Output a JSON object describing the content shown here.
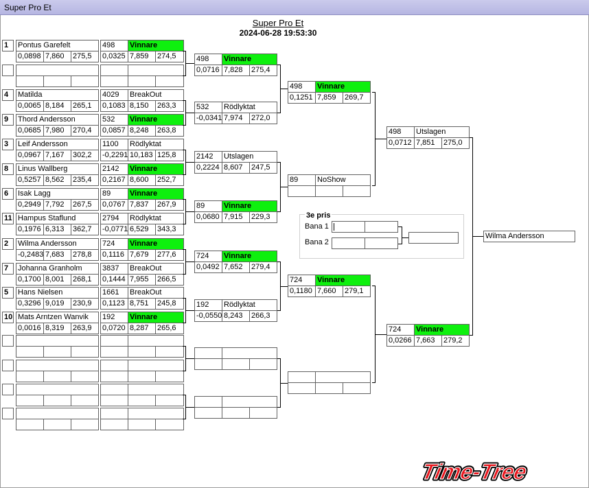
{
  "window": {
    "title": "Super Pro Et"
  },
  "header": {
    "title": "Super Pro Et",
    "date": "2024-06-28 19:53:30"
  },
  "logo_text": "Time-Tree",
  "round1": [
    {
      "seed": "1",
      "name": "Pontus Garefelt",
      "r": "0,0898",
      "et": "7,860",
      "mph": "275,5",
      "car": "498",
      "res": "Vinnare",
      "win": true,
      "r2": "0,0325",
      "et2": "7,859",
      "mph2": "274,5"
    },
    {
      "seed": "",
      "name": "",
      "r": "",
      "et": "",
      "mph": "",
      "car": "",
      "res": "",
      "win": false,
      "r2": "",
      "et2": "",
      "mph2": ""
    },
    {
      "seed": "4",
      "name": "Matilda",
      "r": "0,0065",
      "et": "8,184",
      "mph": "265,1",
      "car": "4029",
      "res": "BreakOut",
      "win": false,
      "r2": "0,1083",
      "et2": "8,150",
      "mph2": "263,3"
    },
    {
      "seed": "9",
      "name": "Thord Andersson",
      "r": "0,0685",
      "et": "7,980",
      "mph": "270,4",
      "car": "532",
      "res": "Vinnare",
      "win": true,
      "r2": "0,0857",
      "et2": "8,248",
      "mph2": "263,8"
    },
    {
      "seed": "3",
      "name": "Leif Andersson",
      "r": "0,0967",
      "et": "7,167",
      "mph": "302,2",
      "car": "1100",
      "res": "Rödlyktat",
      "win": false,
      "r2": "-0,2291",
      "et2": "10,183",
      "mph2": "125,8"
    },
    {
      "seed": "8",
      "name": "Linus Wallberg",
      "r": "0,5257",
      "et": "8,562",
      "mph": "235,4",
      "car": "2142",
      "res": "Vinnare",
      "win": true,
      "r2": "0,2167",
      "et2": "8,600",
      "mph2": "252,7"
    },
    {
      "seed": "6",
      "name": "Isak Lagg",
      "r": "0,2949",
      "et": "7,792",
      "mph": "267,5",
      "car": "89",
      "res": "Vinnare",
      "win": true,
      "r2": "0,0767",
      "et2": "7,837",
      "mph2": "267,9"
    },
    {
      "seed": "11",
      "name": "Hampus Staflund",
      "r": "0,1976",
      "et": "6,313",
      "mph": "362,7",
      "car": "2794",
      "res": "Rödlyktat",
      "win": false,
      "r2": "-0,0771",
      "et2": "6,529",
      "mph2": "343,3"
    },
    {
      "seed": "2",
      "name": "Wilma Andersson",
      "r": "-0,2483",
      "et": "7,683",
      "mph": "278,8",
      "car": "724",
      "res": "Vinnare",
      "win": true,
      "r2": "0,1116",
      "et2": "7,679",
      "mph2": "277,6"
    },
    {
      "seed": "7",
      "name": "Johanna Granholm",
      "r": "0,1700",
      "et": "8,001",
      "mph": "268,1",
      "car": "3837",
      "res": "BreakOut",
      "win": false,
      "r2": "0,1444",
      "et2": "7,955",
      "mph2": "266,5"
    },
    {
      "seed": "5",
      "name": "Hans Nielsen",
      "r": "0,3296",
      "et": "9,019",
      "mph": "230,9",
      "car": "1661",
      "res": "BreakOut",
      "win": false,
      "r2": "0,1123",
      "et2": "8,751",
      "mph2": "245,8"
    },
    {
      "seed": "10",
      "name": "Mats Arntzen Wanvik",
      "r": "0,0016",
      "et": "8,319",
      "mph": "263,9",
      "car": "192",
      "res": "Vinnare",
      "win": true,
      "r2": "0,0720",
      "et2": "8,287",
      "mph2": "265,6"
    },
    {
      "seed": "",
      "name": "",
      "r": "",
      "et": "",
      "mph": "",
      "car": "",
      "res": "",
      "win": false,
      "r2": "",
      "et2": "",
      "mph2": ""
    },
    {
      "seed": "",
      "name": "",
      "r": "",
      "et": "",
      "mph": "",
      "car": "",
      "res": "",
      "win": false,
      "r2": "",
      "et2": "",
      "mph2": ""
    },
    {
      "seed": "",
      "name": "",
      "r": "",
      "et": "",
      "mph": "",
      "car": "",
      "res": "",
      "win": false,
      "r2": "",
      "et2": "",
      "mph2": ""
    },
    {
      "seed": "",
      "name": "",
      "r": "",
      "et": "",
      "mph": "",
      "car": "",
      "res": "",
      "win": false,
      "r2": "",
      "et2": "",
      "mph2": ""
    }
  ],
  "round2": [
    {
      "car": "498",
      "res": "Vinnare",
      "win": true,
      "r": "0,0716",
      "et": "7,828",
      "mph": "275,4"
    },
    {
      "car": "532",
      "res": "Rödlyktat",
      "win": false,
      "r": "-0,0341",
      "et": "7,974",
      "mph": "272,0"
    },
    {
      "car": "2142",
      "res": "Utslagen",
      "win": false,
      "r": "0,2224",
      "et": "8,607",
      "mph": "247,5"
    },
    {
      "car": "89",
      "res": "Vinnare",
      "win": true,
      "r": "0,0680",
      "et": "7,915",
      "mph": "229,3"
    },
    {
      "car": "724",
      "res": "Vinnare",
      "win": true,
      "r": "0,0492",
      "et": "7,652",
      "mph": "279,4"
    },
    {
      "car": "192",
      "res": "Rödlyktat",
      "win": false,
      "r": "-0,0550",
      "et": "8,243",
      "mph": "266,3"
    },
    {
      "car": "",
      "res": "",
      "win": false,
      "r": "",
      "et": "",
      "mph": ""
    },
    {
      "car": "",
      "res": "",
      "win": false,
      "r": "",
      "et": "",
      "mph": ""
    }
  ],
  "round3": [
    {
      "car": "498",
      "res": "Vinnare",
      "win": true,
      "r": "0,1251",
      "et": "7,859",
      "mph": "269,7"
    },
    {
      "car": "89",
      "res": "NoShow",
      "win": false,
      "r": "",
      "et": "",
      "mph": ""
    },
    {
      "car": "724",
      "res": "Vinnare",
      "win": true,
      "r": "0,1180",
      "et": "7,660",
      "mph": "279,1"
    },
    {
      "car": "",
      "res": "",
      "win": false,
      "r": "",
      "et": "",
      "mph": ""
    }
  ],
  "round4": [
    {
      "car": "498",
      "res": "Utslagen",
      "win": false,
      "r": "0,0712",
      "et": "7,851",
      "mph": "275,0"
    },
    {
      "car": "724",
      "res": "Vinnare",
      "win": true,
      "r": "0,0266",
      "et": "7,663",
      "mph": "279,2"
    }
  ],
  "winner": {
    "name": "Wilma Andersson"
  },
  "third_place": {
    "title": "3e pris",
    "lane1": "Bana 1",
    "lane2": "Bana 2"
  }
}
